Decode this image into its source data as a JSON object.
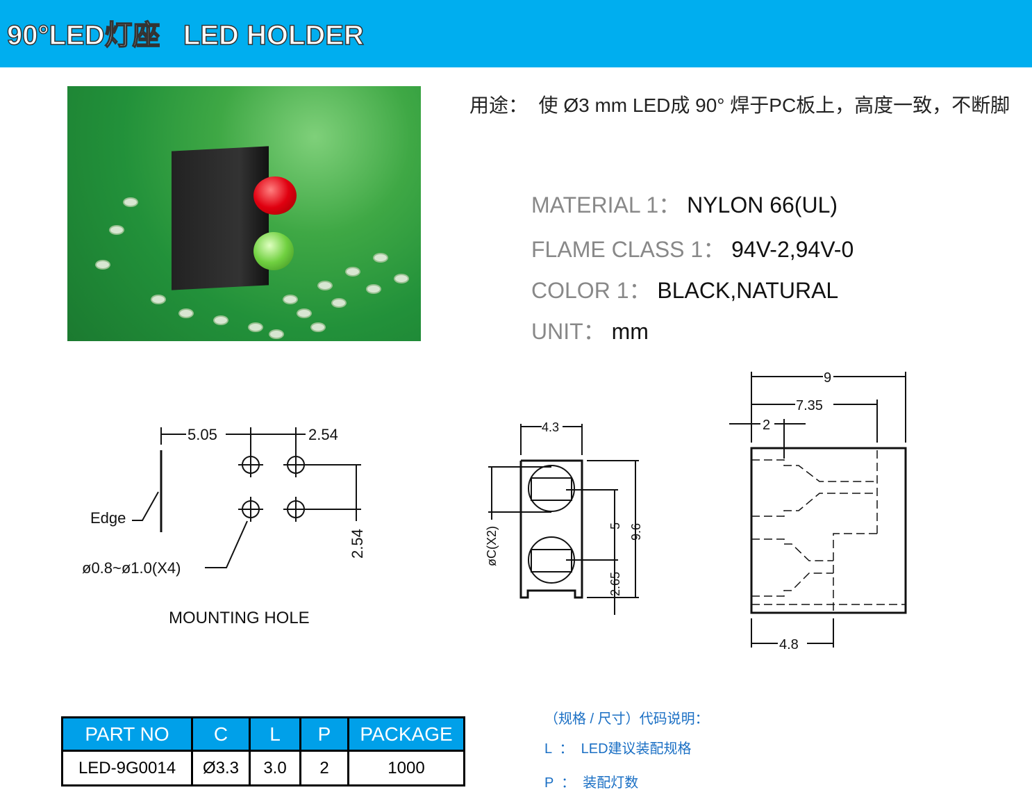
{
  "header": {
    "title": "90°LED灯座   LED HOLDER"
  },
  "usage": "用途：  使 Ø3 mm LED成 90° 焊于PC板上，高度一致，不断脚",
  "specs": [
    {
      "key": "MATERIAL 1：",
      "value": "NYLON 66(UL)"
    },
    {
      "key": "FLAME CLASS 1：",
      "value": "94V-2,94V-0"
    },
    {
      "key": "COLOR 1：",
      "value": "BLACK,NATURAL"
    },
    {
      "key": "UNIT：",
      "value": "mm"
    }
  ],
  "mounting": {
    "d1": "5.05",
    "d2": "2.54",
    "d3": "2.54",
    "edge": "Edge",
    "hole": "ø0.8~ø1.0(X4)",
    "caption": "MOUNTING  HOLE"
  },
  "front": {
    "w": "4.3",
    "c": "øC(X2)",
    "p": "5",
    "h": "9.6",
    "b": "2.65"
  },
  "side": {
    "w": "9",
    "l": "7.35",
    "o": "2",
    "b": "4.8"
  },
  "table": {
    "headers": [
      "PART NO",
      "C",
      "L",
      "P",
      "PACKAGE"
    ],
    "row": [
      "LED-9G0014",
      "Ø3.3",
      "3.0",
      "2",
      "1000"
    ]
  },
  "notes": {
    "title": "（规格 / 尺寸）代码说明：",
    "l": "L  ：  LED建议装配规格",
    "p": "P  ：  装配灯数"
  },
  "colors": {
    "header": "#00aeef",
    "table_header": "#00a0e9",
    "note": "#1a6fc4"
  }
}
